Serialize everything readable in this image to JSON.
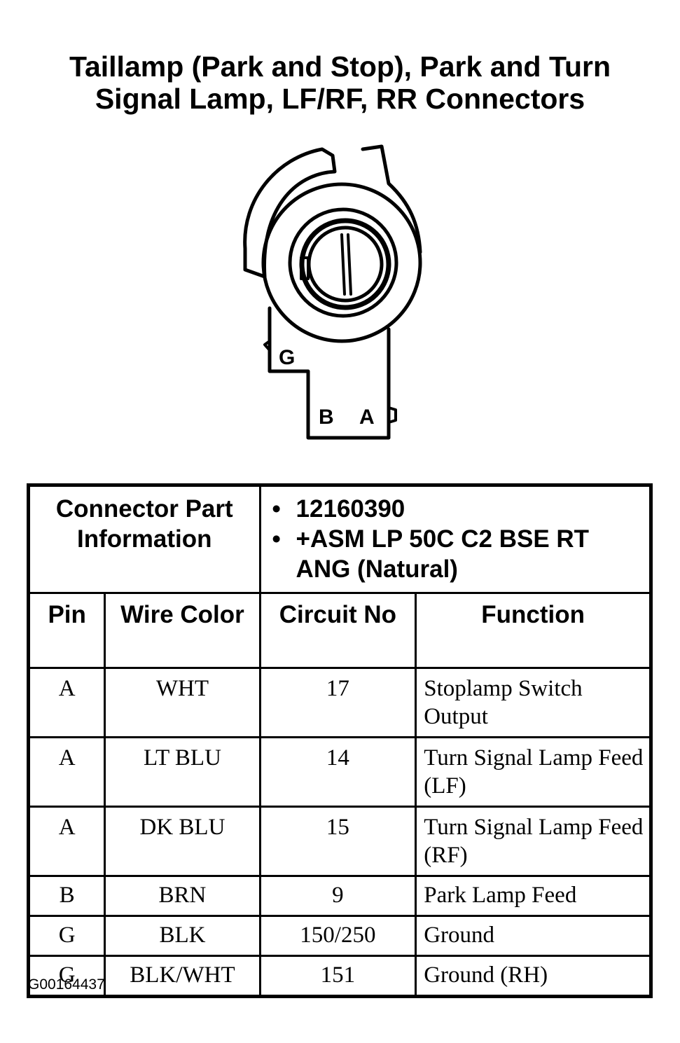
{
  "title": {
    "line1": "Taillamp (Park and Stop), Park and Turn",
    "line2": "Signal Lamp, LF/RF, RR Connectors"
  },
  "connector": {
    "label_g": "G",
    "label_b": "B",
    "label_a": "A"
  },
  "part_info": {
    "label": "Connector Part Information",
    "bullet": "•",
    "items": [
      "12160390",
      "+ASM LP 50C C2 BSE RT ANG (Natural)"
    ]
  },
  "columns": [
    "Pin",
    "Wire Color",
    "Circuit No",
    "Function"
  ],
  "rows": [
    {
      "pin": "A",
      "wire_color": "WHT",
      "circuit": "17",
      "function": "Stoplamp Switch Output"
    },
    {
      "pin": "A",
      "wire_color": "LT BLU",
      "circuit": "14",
      "function": "Turn Signal Lamp Feed (LF)"
    },
    {
      "pin": "A",
      "wire_color": "DK BLU",
      "circuit": "15",
      "function": "Turn Signal Lamp Feed (RF)"
    },
    {
      "pin": "B",
      "wire_color": "BRN",
      "circuit": "9",
      "function": "Park Lamp Feed"
    },
    {
      "pin": "G",
      "wire_color": "BLK",
      "circuit": "150/250",
      "function": "Ground"
    },
    {
      "pin": "G",
      "wire_color": "BLK/WHT",
      "circuit": "151",
      "function": "Ground (RH)"
    }
  ],
  "figure_id": "G00164437"
}
